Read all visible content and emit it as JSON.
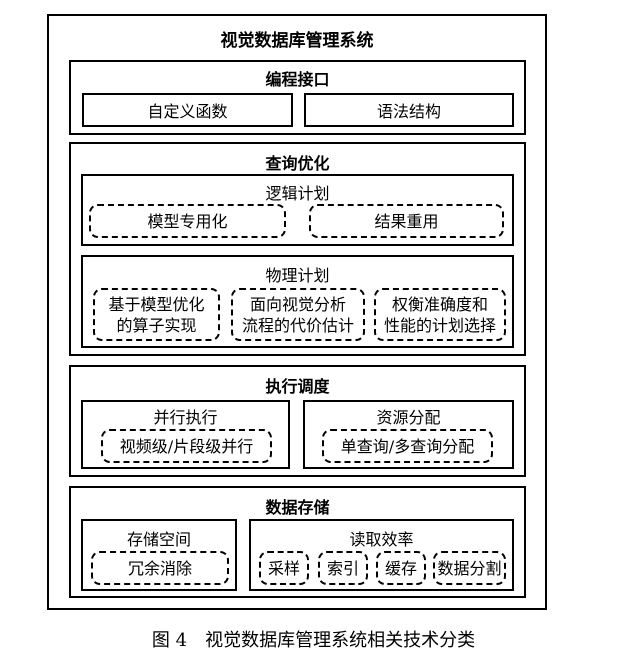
{
  "diagram": {
    "title": "视觉数据库管理系统",
    "programming": {
      "title": "编程接口",
      "items": [
        "自定义函数",
        "语法结构"
      ]
    },
    "query": {
      "title": "查询优化",
      "logical": {
        "title": "逻辑计划",
        "items": [
          "模型专用化",
          "结果重用"
        ]
      },
      "physical": {
        "title": "物理计划",
        "items": [
          "基于模型优化\n的算子实现",
          "面向视觉分析\n流程的代价估计",
          "权衡准确度和\n性能的计划选择"
        ]
      }
    },
    "execution": {
      "title": "执行调度",
      "parallel": {
        "title": "并行执行",
        "item": "视频级/片段级并行"
      },
      "resource": {
        "title": "资源分配",
        "item": "单查询/多查询分配"
      }
    },
    "storage": {
      "title": "数据存储",
      "space": {
        "title": "存储空间",
        "item": "冗余消除"
      },
      "read": {
        "title": "读取效率",
        "items": [
          "采样",
          "索引",
          "缓存",
          "数据分割"
        ]
      }
    }
  },
  "caption": "图 4　视觉数据库管理系统相关技术分类"
}
